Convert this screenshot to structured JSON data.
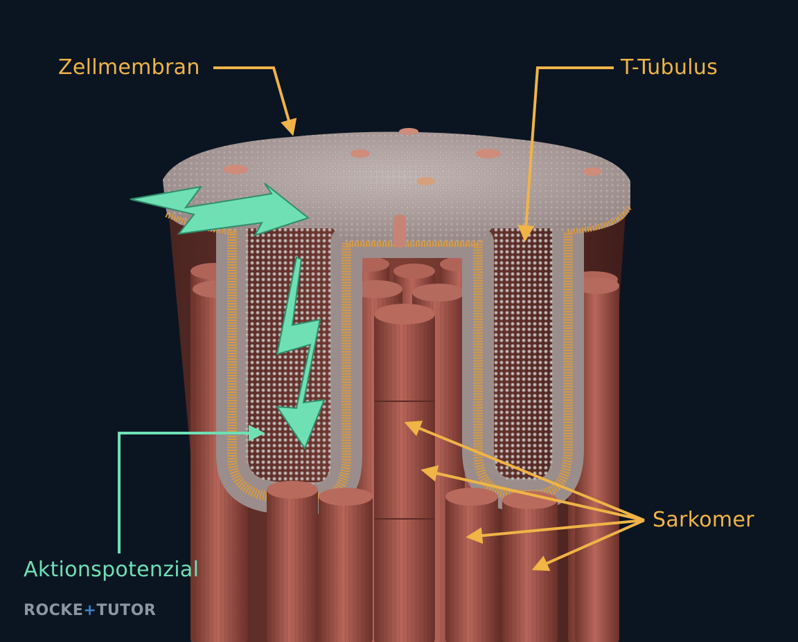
{
  "labels": {
    "zellmembran": "Zellmembran",
    "t_tubulus": "T-Tubulus",
    "sarkomer": "Sarkomer",
    "aktionspotenzial": "Aktionspotenzial"
  },
  "logo": {
    "part1": "ROCKE",
    "part2": "+",
    "part3": "TUTOR"
  },
  "colors": {
    "background": "#0b1522",
    "label_orange": "#f0b447",
    "label_green": "#6fe0b4",
    "logo_gray": "#8d95a3",
    "logo_accent": "#3b82c4",
    "fiber": "#a4574a",
    "membrane": "#b3a6a3"
  }
}
